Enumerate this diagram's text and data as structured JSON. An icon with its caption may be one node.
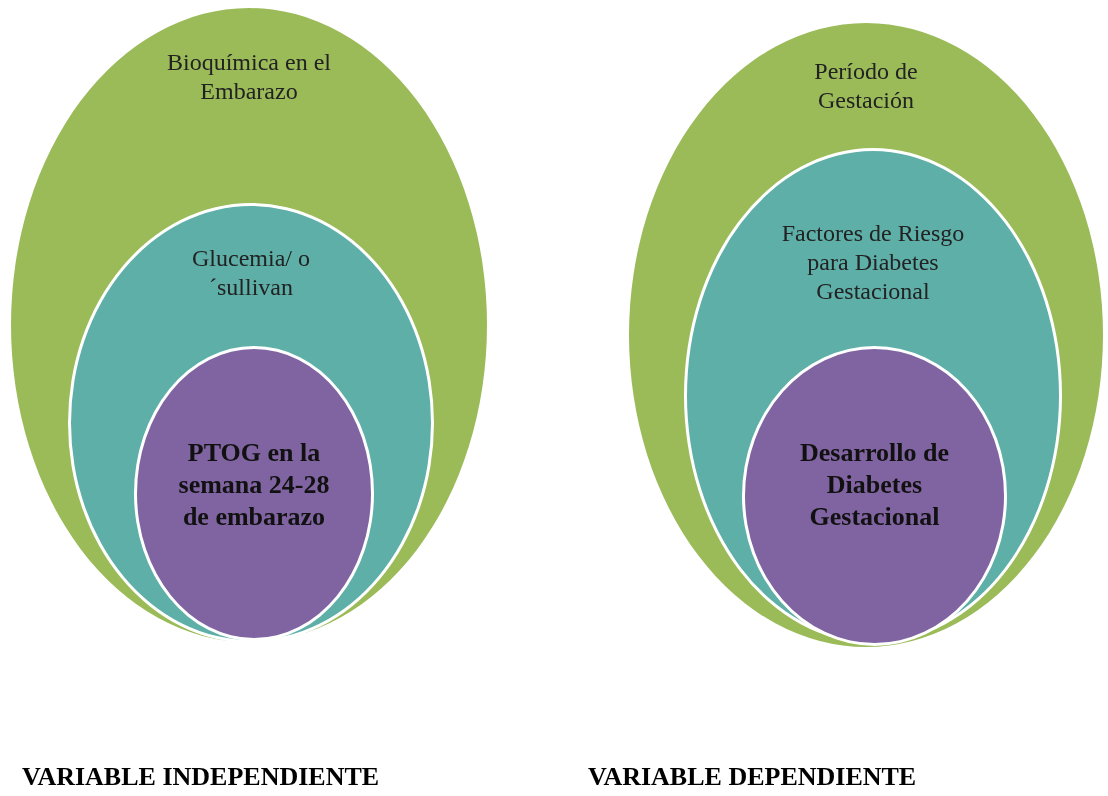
{
  "diagram": {
    "nodes": [
      {
        "text": [
          "Bioquímica en el Embarazo"
        ]
      },
      {
        "text": [
          "Glucemia/ o´sullivan"
        ],
        "in": 0
      },
      {
        "text": [
          "PTOG en la semana 24-28 de embarazo"
        ],
        "in": 1
      },
      {
        "text": [
          "Período de Gestación"
        ]
      },
      {
        "text": [
          "Factores de Riesgo para Diabetes Gestacional"
        ],
        "in": 3
      },
      {
        "text": [
          "Desarrollo de Diabetes Gestacional"
        ],
        "in": 4
      }
    ],
    "labels": [
      "VARIABLE INDEPENDIENTE",
      "VARIABLE DEPENDIENTE"
    ]
  }
}
